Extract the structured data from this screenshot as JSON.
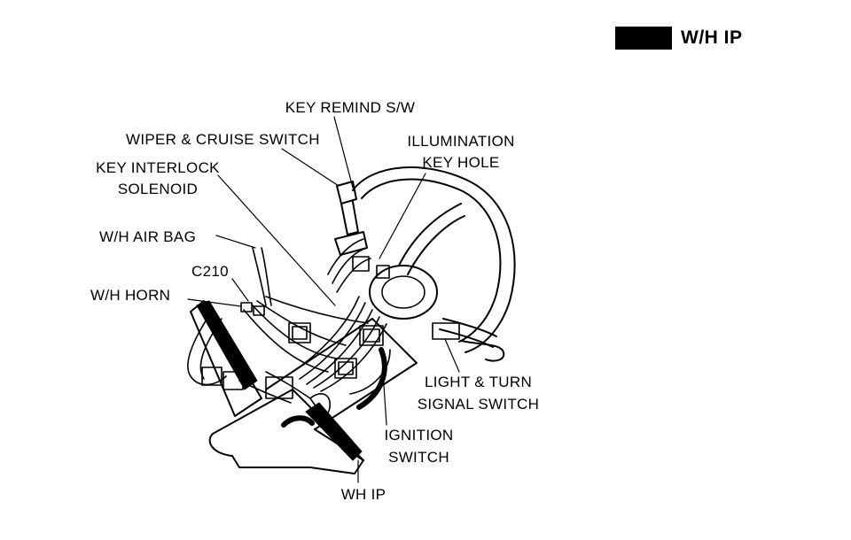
{
  "header": {
    "title": "W/H IP",
    "tab_color": "#000000"
  },
  "labels": {
    "key_remind": "KEY REMIND S/W",
    "wiper_cruise": "WIPER & CRUISE SWITCH",
    "illumination": "ILLUMINATION",
    "key_hole": "KEY HOLE",
    "key_interlock": "KEY INTERLOCK",
    "solenoid": "SOLENOID",
    "air_bag": "W/H AIR BAG",
    "c210": "C210",
    "horn": "W/H HORN",
    "light_turn": "LIGHT & TURN",
    "signal_switch": "SIGNAL SWITCH",
    "ignition": "IGNITION",
    "switch": "SWITCH",
    "wh_ip": "WH IP"
  },
  "colors": {
    "ink": "#000000",
    "paper": "#ffffff"
  }
}
